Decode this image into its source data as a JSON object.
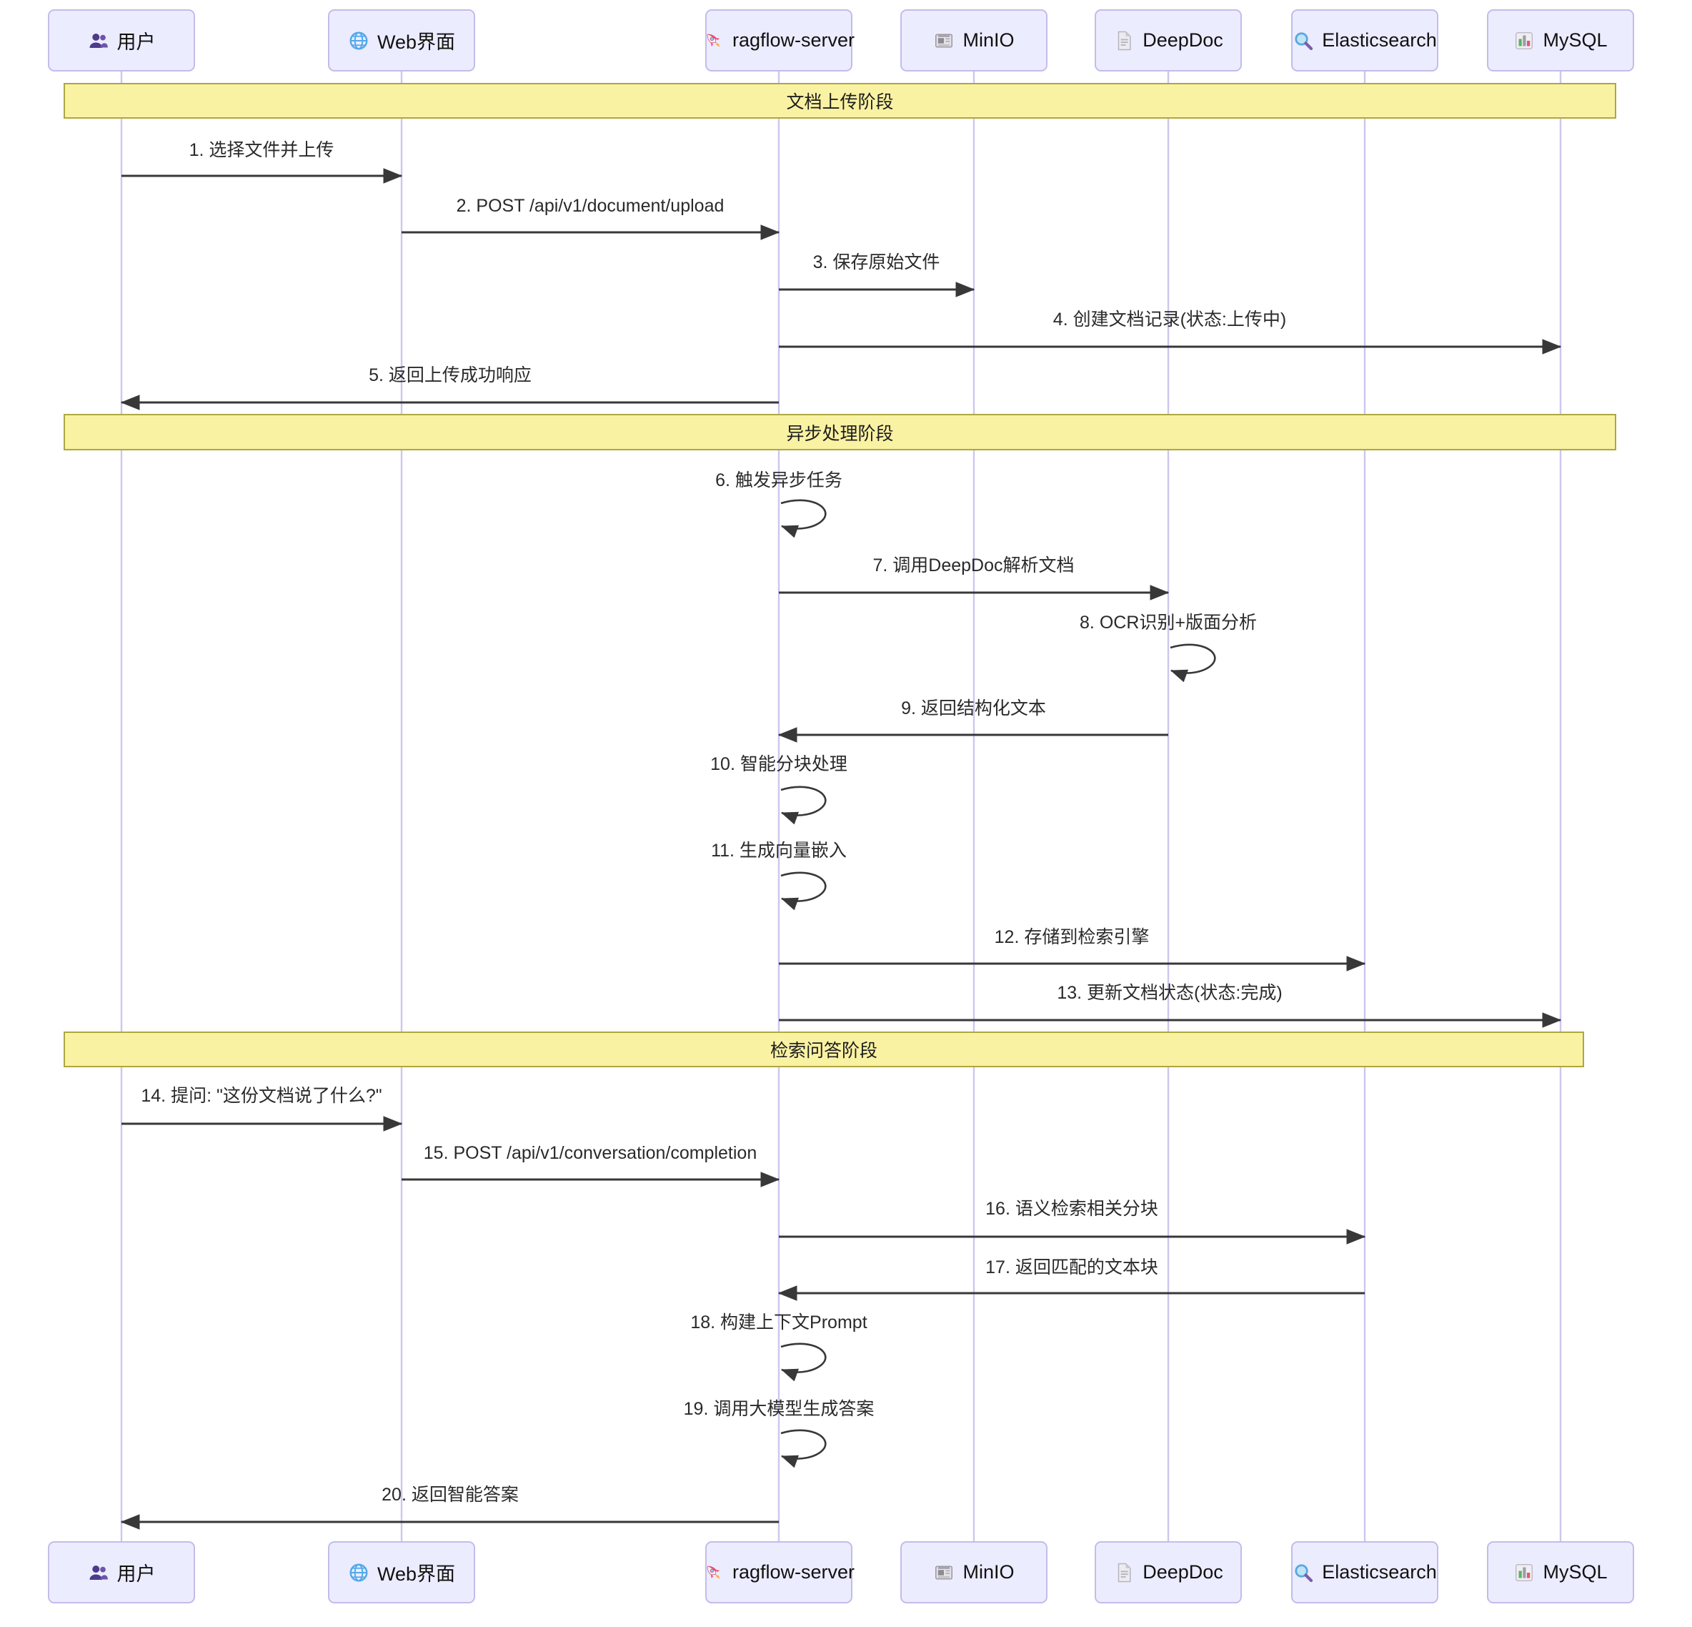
{
  "actors": [
    {
      "id": "user",
      "label": "用户",
      "icon": "users-icon"
    },
    {
      "id": "web",
      "label": "Web界面",
      "icon": "globe-icon"
    },
    {
      "id": "ragflow",
      "label": "ragflow-server",
      "icon": "rocket-icon"
    },
    {
      "id": "minio",
      "label": "MinIO",
      "icon": "newspaper-icon"
    },
    {
      "id": "deepdoc",
      "label": "DeepDoc",
      "icon": "document-icon"
    },
    {
      "id": "es",
      "label": "Elasticsearch",
      "icon": "search-icon"
    },
    {
      "id": "mysql",
      "label": "MySQL",
      "icon": "bar-chart-icon"
    }
  ],
  "phases": [
    {
      "label": "文档上传阶段"
    },
    {
      "label": "异步处理阶段"
    },
    {
      "label": "检索问答阶段"
    }
  ],
  "messages": [
    {
      "label": "1. 选择文件并上传",
      "from": "user",
      "to": "web"
    },
    {
      "label": "2. POST /api/v1/document/upload",
      "from": "web",
      "to": "ragflow"
    },
    {
      "label": "3. 保存原始文件",
      "from": "ragflow",
      "to": "minio"
    },
    {
      "label": "4. 创建文档记录(状态:上传中)",
      "from": "ragflow",
      "to": "mysql"
    },
    {
      "label": "5. 返回上传成功响应",
      "from": "ragflow",
      "to": "user"
    },
    {
      "label": "6. 触发异步任务",
      "from": "ragflow",
      "to": "ragflow"
    },
    {
      "label": "7. 调用DeepDoc解析文档",
      "from": "ragflow",
      "to": "deepdoc"
    },
    {
      "label": "8. OCR识别+版面分析",
      "from": "deepdoc",
      "to": "deepdoc"
    },
    {
      "label": "9. 返回结构化文本",
      "from": "deepdoc",
      "to": "ragflow"
    },
    {
      "label": "10. 智能分块处理",
      "from": "ragflow",
      "to": "ragflow"
    },
    {
      "label": "11. 生成向量嵌入",
      "from": "ragflow",
      "to": "ragflow"
    },
    {
      "label": "12. 存储到检索引擎",
      "from": "ragflow",
      "to": "es"
    },
    {
      "label": "13. 更新文档状态(状态:完成)",
      "from": "ragflow",
      "to": "mysql"
    },
    {
      "label": "14. 提问: \"这份文档说了什么?\"",
      "from": "user",
      "to": "web"
    },
    {
      "label": "15. POST /api/v1/conversation/completion",
      "from": "web",
      "to": "ragflow"
    },
    {
      "label": "16. 语义检索相关分块",
      "from": "ragflow",
      "to": "es"
    },
    {
      "label": "17. 返回匹配的文本块",
      "from": "es",
      "to": "ragflow"
    },
    {
      "label": "18. 构建上下文Prompt",
      "from": "ragflow",
      "to": "ragflow"
    },
    {
      "label": "19. 调用大模型生成答案",
      "from": "ragflow",
      "to": "ragflow"
    },
    {
      "label": "20. 返回智能答案",
      "from": "ragflow",
      "to": "user"
    }
  ],
  "colors": {
    "actor_fill": "#ECECFF",
    "actor_border": "#C3BCEA",
    "lifeline": "#CCC6EE",
    "band_fill": "#FAF2A3",
    "band_border": "#AEA73F",
    "arrow": "#383838",
    "text": "#212121"
  }
}
